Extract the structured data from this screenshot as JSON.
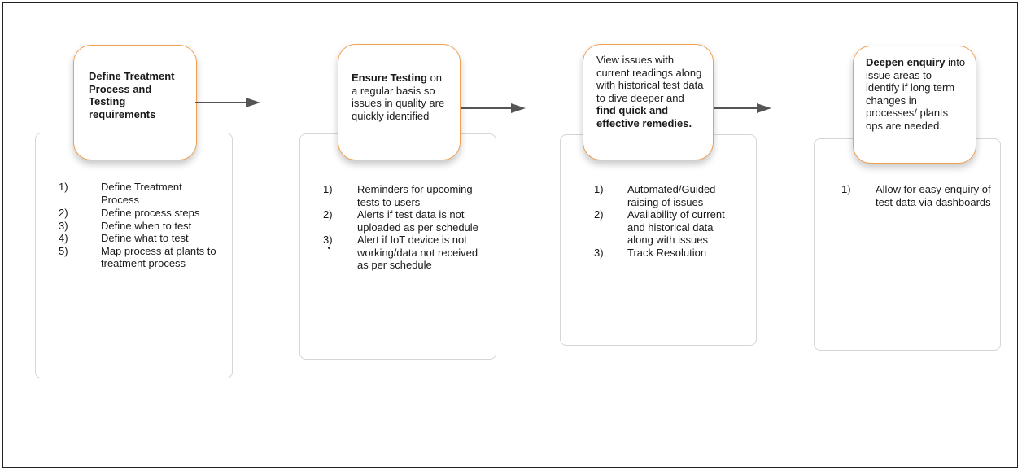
{
  "steps": [
    {
      "heading": "Define Treatment Process and Testing requirements",
      "items": [
        {
          "num": "1)",
          "text": "Define Treatment Process"
        },
        {
          "num": "2)",
          "text": "Define process steps"
        },
        {
          "num": "3)",
          "text": "Define when to test"
        },
        {
          "num": "4)",
          "text": "Define what to test"
        },
        {
          "num": "5)",
          "text": "Map process at plants to treatment process"
        }
      ]
    },
    {
      "heading_bold": "Ensure Testing",
      "heading_rest": "on a regular basis so issues in quality are quickly identified",
      "items": [
        {
          "num": "1)",
          "text": "Reminders for upcoming  tests to users"
        },
        {
          "num": "2)",
          "text": "Alerts if test data is not uploaded as per schedule"
        },
        {
          "num": "3)",
          "text": "Alert if IoT device is not working/data not received as per schedule"
        }
      ]
    },
    {
      "heading_rest": "View issues with current readings along with historical test data to dive deeper and",
      "heading_bold": "find quick and effective remedies.",
      "items": [
        {
          "num": "1)",
          "text": "Automated/Guided raising of issues"
        },
        {
          "num": "2)",
          "text": "Availability of current and historical data along with issues"
        },
        {
          "num": "3)",
          "text": "Track Resolution"
        }
      ]
    },
    {
      "heading_bold": "Deepen enquiry",
      "heading_rest": "into issue areas to identify if long term changes in processes/ plants ops are needed.",
      "items": [
        {
          "num": "1)",
          "text": "Allow for easy enquiry of test data via dashboards"
        }
      ]
    }
  ],
  "colors": {
    "callout_border": "#f0a050",
    "card_border": "#d6d6d6",
    "arrow": "#555555"
  }
}
